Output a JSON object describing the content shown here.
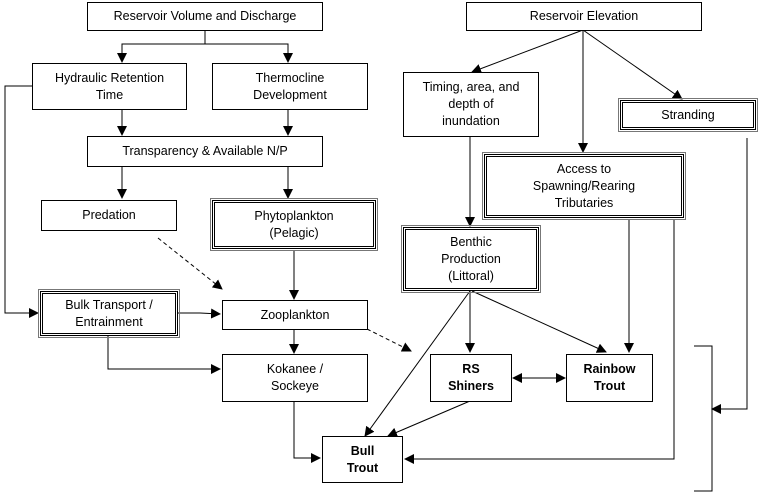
{
  "diagram": {
    "nodes": {
      "reservoir_volume": "Reservoir Volume and Discharge",
      "reservoir_elevation": "Reservoir Elevation",
      "hydraulic_retention": "Hydraulic Retention\nTime",
      "thermocline": "Thermocline\nDevelopment",
      "timing_inundation": "Timing, area, and\ndepth of\ninundation",
      "stranding": "Stranding",
      "transparency": "Transparency & Available N/P",
      "access_tributaries": "Access to\nSpawning/Rearing\nTributaries",
      "predation": "Predation",
      "phytoplankton": "Phytoplankton\n(Pelagic)",
      "benthic": "Benthic\nProduction\n(Littoral)",
      "bulk_transport": "Bulk Transport /\nEntrainment",
      "zooplankton": "Zooplankton",
      "kokanee": "Kokanee /\nSockeye",
      "rs_shiners": "RS\nShiners",
      "rainbow_trout": "Rainbow\nTrout",
      "bull_trout": "Bull\nTrout"
    },
    "edges": [
      {
        "from": "reservoir_volume",
        "to": "hydraulic_retention",
        "style": "solid"
      },
      {
        "from": "reservoir_volume",
        "to": "thermocline",
        "style": "solid"
      },
      {
        "from": "hydraulic_retention",
        "to": "transparency",
        "style": "solid"
      },
      {
        "from": "thermocline",
        "to": "transparency",
        "style": "solid"
      },
      {
        "from": "hydraulic_retention",
        "to": "bulk_transport",
        "style": "solid"
      },
      {
        "from": "transparency",
        "to": "predation",
        "style": "solid"
      },
      {
        "from": "transparency",
        "to": "phytoplankton",
        "style": "solid"
      },
      {
        "from": "predation",
        "to": "zooplankton",
        "style": "dashed"
      },
      {
        "from": "phytoplankton",
        "to": "zooplankton",
        "style": "solid"
      },
      {
        "from": "bulk_transport",
        "to": "zooplankton",
        "style": "solid"
      },
      {
        "from": "bulk_transport",
        "to": "kokanee",
        "style": "solid"
      },
      {
        "from": "zooplankton",
        "to": "kokanee",
        "style": "solid"
      },
      {
        "from": "zooplankton",
        "to": "rs_shiners",
        "style": "dashed"
      },
      {
        "from": "kokanee",
        "to": "bull_trout",
        "style": "solid"
      },
      {
        "from": "reservoir_elevation",
        "to": "timing_inundation",
        "style": "solid"
      },
      {
        "from": "reservoir_elevation",
        "to": "access_tributaries",
        "style": "solid"
      },
      {
        "from": "reservoir_elevation",
        "to": "stranding",
        "style": "solid"
      },
      {
        "from": "timing_inundation",
        "to": "benthic",
        "style": "solid"
      },
      {
        "from": "benthic",
        "to": "rs_shiners",
        "style": "solid"
      },
      {
        "from": "benthic",
        "to": "rainbow_trout",
        "style": "solid"
      },
      {
        "from": "benthic",
        "to": "bull_trout",
        "style": "solid"
      },
      {
        "from": "access_tributaries",
        "to": "rainbow_trout",
        "style": "solid"
      },
      {
        "from": "access_tributaries",
        "to": "bull_trout",
        "style": "solid"
      },
      {
        "from": "rs_shiners",
        "to": "rainbow_trout",
        "style": "bidirectional"
      },
      {
        "from": "rs_shiners",
        "to": "bull_trout",
        "style": "solid"
      },
      {
        "from": "stranding",
        "to": "fish_bracket",
        "style": "solid"
      }
    ]
  }
}
